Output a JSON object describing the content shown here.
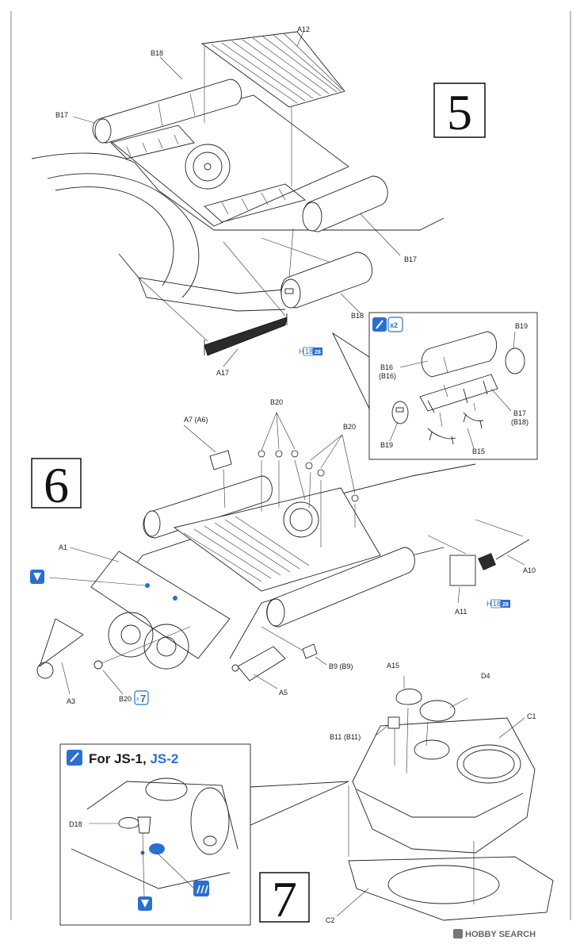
{
  "steps": {
    "s5": "5",
    "s6": "6",
    "s7": "7"
  },
  "labels": {
    "A12": "A12",
    "B18a": "B18",
    "B17a": "B17",
    "B17b": "B17",
    "B18b": "B18",
    "A17": "A17",
    "B19a": "B19",
    "B16": "B16",
    "B16p": "(B16)",
    "B17c": "B17",
    "B18p": "(B18)",
    "B19b": "B19",
    "B15": "B15",
    "B20a": "B20",
    "B20b": "B20",
    "A7": "A7 (A6)",
    "A1": "A1",
    "A3": "A3",
    "B20c": "B20",
    "A5": "A5",
    "B9": "B9 (B9)",
    "A10": "A10",
    "A11": "A11",
    "A15": "A15",
    "D4": "D4",
    "B11": "B11 (B11)",
    "C1": "C1",
    "C2": "C2",
    "D18": "D18"
  },
  "badges": {
    "x2": "x2",
    "x7": "7",
    "x7prefix": "x",
    "h18a": "H",
    "h18b": "18",
    "h28": "28"
  },
  "inset7": {
    "prefix": "For JS-1, ",
    "highlight": "JS-2"
  },
  "colors": {
    "blue": "#2a6fd1",
    "ink": "#1a1a1a"
  },
  "watermark": "HOBBY SEARCH"
}
